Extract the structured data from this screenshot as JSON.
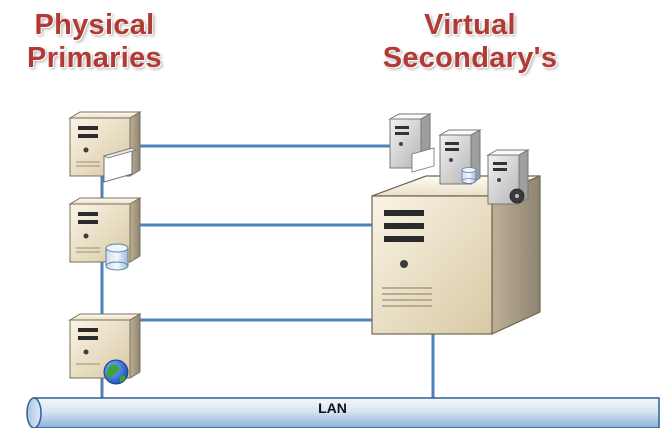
{
  "headings": {
    "physical": [
      "Physical",
      "Primaries"
    ],
    "virtual": [
      "Virtual",
      "Secondary's"
    ]
  },
  "lan_label": "LAN",
  "colors": {
    "heading": "#b13a35",
    "link": "#4f81bd",
    "lan_fill_light": "#e4eef8",
    "lan_fill_dark": "#8cb0d8",
    "server_body": "#e8dcc0"
  },
  "nodes": {
    "physical": [
      {
        "icon": "server-with-document-icon"
      },
      {
        "icon": "server-with-database-icon"
      },
      {
        "icon": "server-with-globe-icon"
      }
    ],
    "virtual_host": {
      "icon": "large-server-icon"
    },
    "virtual_guests": [
      {
        "icon": "virtual-server-with-document-icon"
      },
      {
        "icon": "virtual-server-with-database-icon"
      },
      {
        "icon": "virtual-server-with-disk-icon"
      }
    ]
  }
}
